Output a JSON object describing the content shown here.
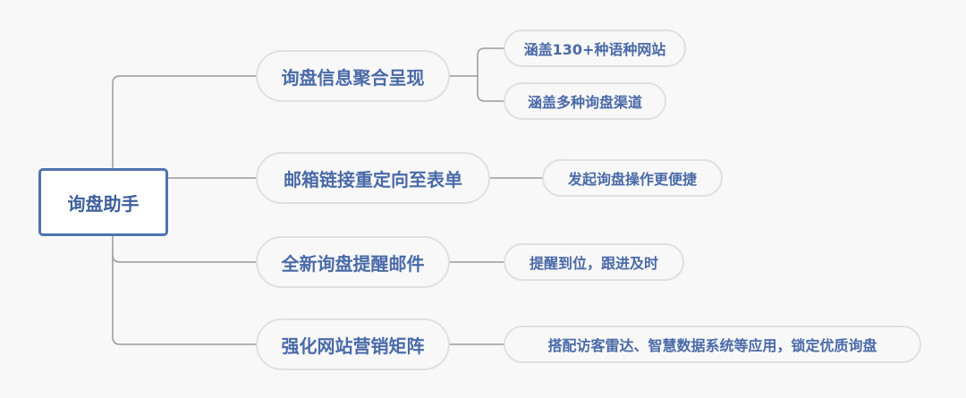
{
  "root": {
    "label": "询盘助手"
  },
  "branches": [
    {
      "label": "询盘信息聚合呈现",
      "children": [
        "涵盖130+种语种网站",
        "涵盖多种询盘渠道"
      ]
    },
    {
      "label": "邮箱链接重定向至表单",
      "children": [
        "发起询盘操作更便捷"
      ]
    },
    {
      "label": "全新询盘提醒邮件",
      "children": [
        "提醒到位，跟进及时"
      ]
    },
    {
      "label": "强化网站营销矩阵",
      "children": [
        "搭配访客雷达、智慧数据系统等应用，锁定优质询盘"
      ]
    }
  ],
  "colors": {
    "background": "#f8f8f8",
    "root_border": "#4f72b0",
    "text": "#4a6aa8",
    "pill_border": "#e0e0e0",
    "connector": "#9a9a9a"
  }
}
